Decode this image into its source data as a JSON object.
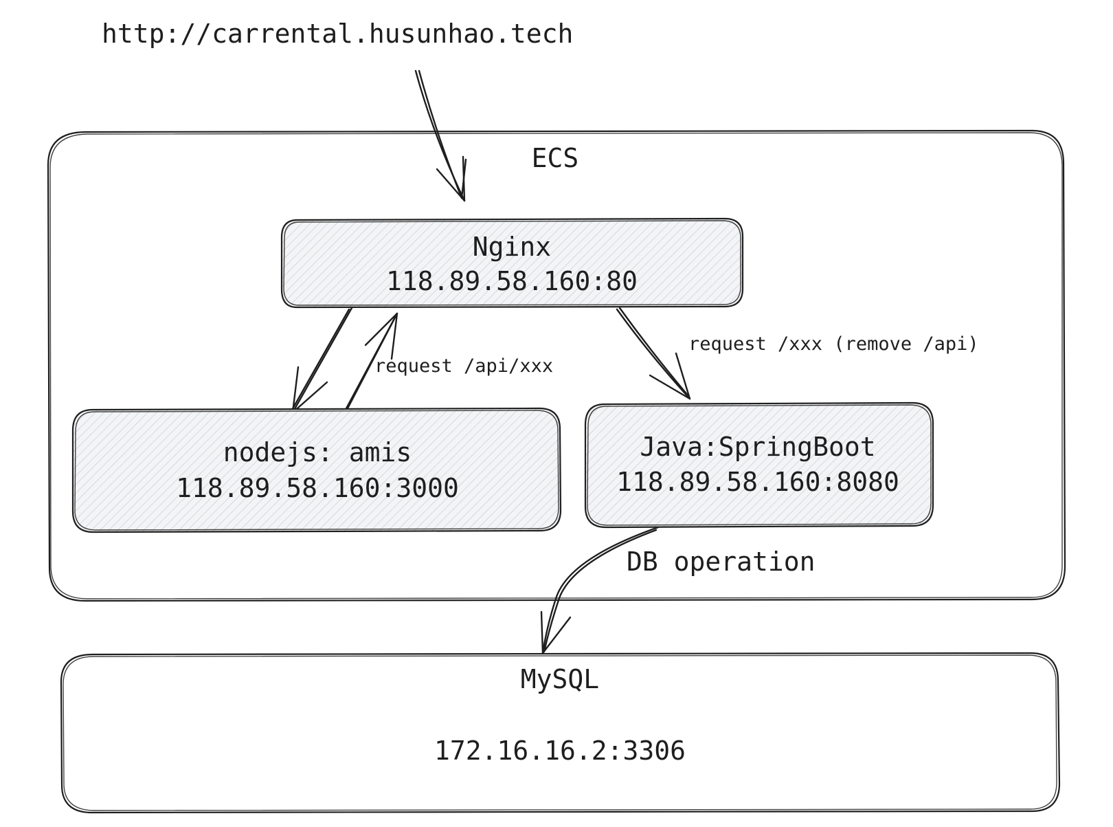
{
  "url_label": "http://carrental.husunhao.tech",
  "ecs": {
    "label": "ECS"
  },
  "nginx": {
    "name": "Nginx",
    "address": "118.89.58.160:80"
  },
  "node": {
    "name": "nodejs: amis",
    "address": "118.89.58.160:3000"
  },
  "java": {
    "name": "Java:SpringBoot",
    "address": "118.89.58.160:8080"
  },
  "mysql": {
    "name": "MySQL",
    "address": "172.16.16.2:3306"
  },
  "edges": {
    "node_to_nginx": "request /api/xxx",
    "nginx_to_java": "request /xxx (remove /api)",
    "java_to_mysql": "DB operation"
  },
  "colors": {
    "stroke": "#1e1e1e",
    "hatch_fill": "#e9ecef"
  }
}
